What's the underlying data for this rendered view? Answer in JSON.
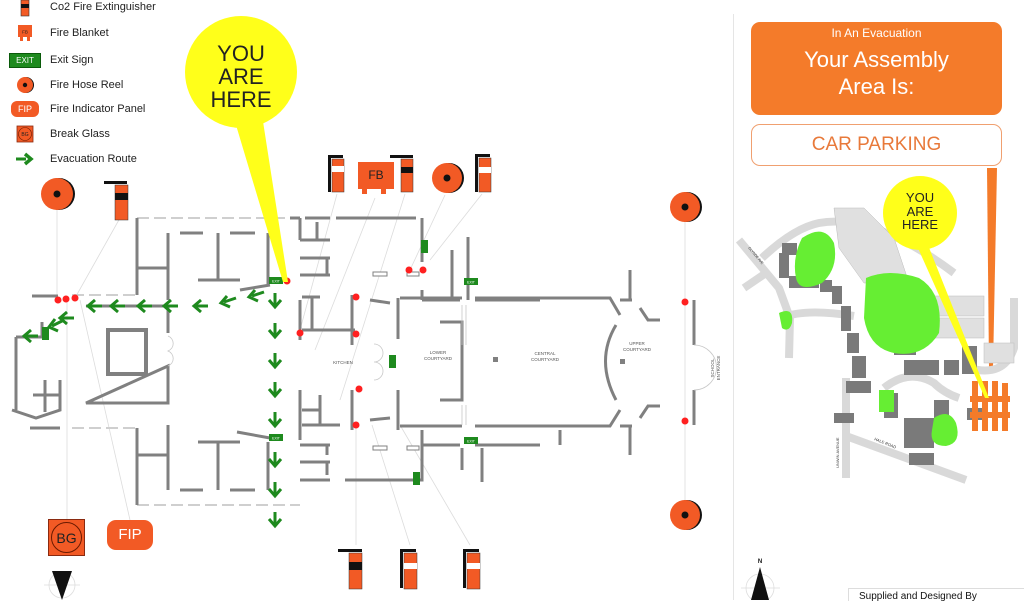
{
  "legend": {
    "items": [
      {
        "icon": "co2-extinguisher-icon",
        "label": "Co2 Fire Extinguisher"
      },
      {
        "icon": "fire-blanket-icon",
        "label": "Fire Blanket",
        "badge": "FB"
      },
      {
        "icon": "exit-sign-icon",
        "label": "Exit Sign",
        "badge": "EXIT"
      },
      {
        "icon": "fire-hose-reel-icon",
        "label": "Fire Hose Reel"
      },
      {
        "icon": "fire-indicator-panel-icon",
        "label": "Fire Indicator Panel",
        "badge": "FIP"
      },
      {
        "icon": "break-glass-icon",
        "label": "Break Glass",
        "badge": "BG"
      },
      {
        "icon": "evacuation-route-icon",
        "label": "Evacuation Route"
      }
    ]
  },
  "you_are_here": {
    "main": [
      "YOU",
      "ARE",
      "HERE"
    ],
    "site": [
      "YOU",
      "ARE",
      "HERE"
    ]
  },
  "floor_plan": {
    "rooms": {
      "kitchen": "KITCHEN",
      "lower_courtyard": [
        "LOWER",
        "COURTYARD"
      ],
      "central_courtyard": [
        "CENTRAL",
        "COURTYARD"
      ],
      "upper_courtyard": [
        "UPPER",
        "COURTYARD"
      ],
      "school_entrance": [
        "SCHOOL",
        "ENTRANCE"
      ]
    },
    "exit_sign": "EXIT",
    "fire_blanket": "FB",
    "fip": "FIP",
    "break_glass": "BG"
  },
  "assembly": {
    "subtitle": "In An Evacuation",
    "title_line1": "Your Assembly",
    "title_line2": "Area Is:",
    "area": "CAR PARKING"
  },
  "site_map": {
    "roads": [
      "HALE ROAD",
      "UNWIN AVENUE",
      "GLYNDE AVE"
    ]
  },
  "compass": {
    "north": "N"
  },
  "footer": {
    "supplied": "Supplied and Designed By"
  },
  "colors": {
    "orange": "#f47b2a",
    "fire_red": "#f25a25",
    "green": "#1e8a1e",
    "yellow": "#ffff1a",
    "wall": "#808080",
    "lawn": "#66ee33"
  }
}
